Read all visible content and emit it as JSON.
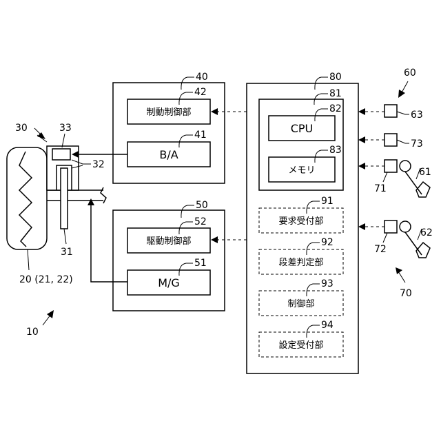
{
  "refs": {
    "r10": "10",
    "r20": "20 (21, 22)",
    "r30": "30",
    "r31": "31",
    "r32": "32",
    "r33": "33",
    "r40": "40",
    "r41": "41",
    "r42": "42",
    "r50": "50",
    "r51": "51",
    "r52": "52",
    "r60": "60",
    "r61": "61",
    "r62": "62",
    "r63": "63",
    "r70": "70",
    "r71": "71",
    "r72": "72",
    "r73": "73",
    "r80": "80",
    "r81": "81",
    "r82": "82",
    "r83": "83",
    "r91": "91",
    "r92": "92",
    "r93": "93",
    "r94": "94"
  },
  "labels": {
    "brake_control": "制動制御部",
    "brake_actuator": "B/A",
    "drive_control": "駆動制御部",
    "motor_generator": "M/G",
    "cpu": "CPU",
    "memory": "メモリ",
    "request_receiver": "要求受付部",
    "step_determiner": "段差判定部",
    "control_unit": "制御部",
    "setting_receiver": "設定受付部"
  }
}
